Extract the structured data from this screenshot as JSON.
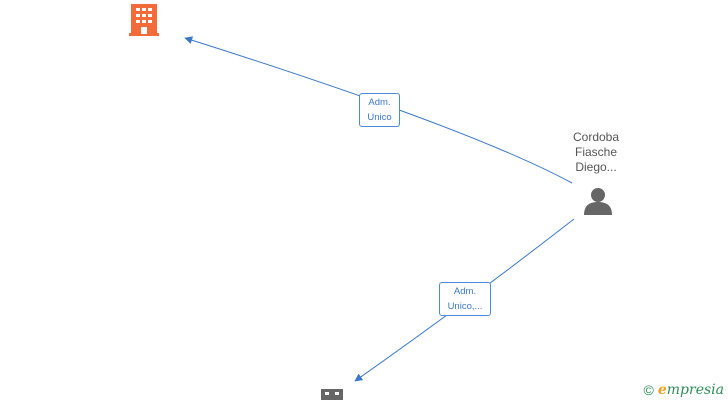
{
  "nodes": {
    "person": {
      "name_lines": [
        "Cordoba",
        "Fiasche",
        "Diego..."
      ],
      "icon": "person-icon",
      "color": "#666666"
    },
    "company_top": {
      "icon": "building-icon",
      "color": "#f26b38"
    },
    "company_bottom": {
      "icon": "building-icon",
      "color": "#666666"
    }
  },
  "edges": [
    {
      "label_lines": [
        "Adm.",
        "Unico"
      ],
      "from": "person",
      "to": "company_top"
    },
    {
      "label_lines": [
        "Adm.",
        "Unico,..."
      ],
      "from": "person",
      "to": "company_bottom"
    }
  ],
  "colors": {
    "edge": "#3a78c8",
    "edge_label_border": "#4a8ad8"
  },
  "watermark": {
    "symbol": "©",
    "brand_initial": "e",
    "brand_rest": "mpresia"
  }
}
